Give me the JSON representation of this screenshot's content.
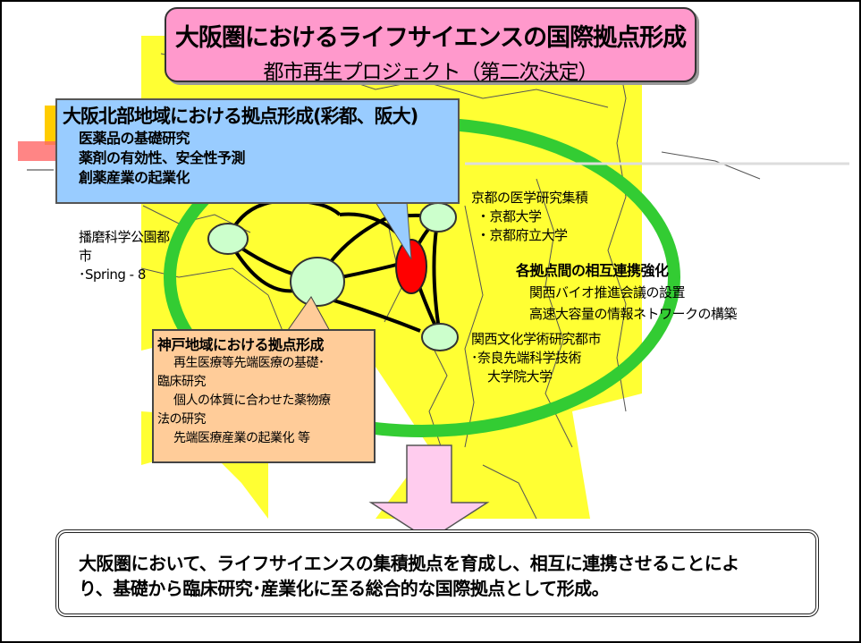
{
  "title": {
    "main": "大阪圏におけるライフサイエンスの国際拠点形成",
    "sub": "都市再生プロジェクト（第二次決定）"
  },
  "north": {
    "title": "大阪北部地域における拠点形成(彩都、阪大)",
    "items": [
      "医薬品の基礎研究",
      "薬剤の有効性、安全性予測",
      "創薬産業の起業化"
    ]
  },
  "kyoto": {
    "title": "京都の医学研究集積",
    "items": [
      "・京都大学",
      "・京都府立大学"
    ]
  },
  "harima": {
    "line1": "播磨科学公園都",
    "line2": "市",
    "line3": "･Spring - 8"
  },
  "linkage": {
    "title": "各拠点間の相互連携強化",
    "items": [
      "関西バイオ推進会議の設置",
      "高速大容量の情報ネトワークの構築"
    ]
  },
  "kansai": {
    "line1": "関西文化学術研究都市",
    "line2": "･奈良先端科学技術",
    "line3": "大学院大学"
  },
  "kobe": {
    "title": "神戸地域における拠点形成",
    "line1": "再生医療等先端医療の基礎･",
    "line2": "臨床研究",
    "line3": "個人の体質に合わせた薬物療",
    "line4": "法の研究",
    "line5": "先端医療産業の起業化 等"
  },
  "summary": {
    "line1": "大阪圏において、ライフサイエンスの集積拠点を育成し、相互に連携させることによ",
    "line2": "り、基礎から臨床研究･産業化に至る総合的な国際拠点として形成。"
  },
  "colors": {
    "map_fill": "#ffff33",
    "ring": "#33cc33",
    "node": "#ccffcc",
    "center_node": "#ff0000",
    "arrow": "#ffccee",
    "title_bg": "#ff99cc",
    "north_bg": "#99ccff",
    "kobe_bg": "#ffcc99"
  }
}
